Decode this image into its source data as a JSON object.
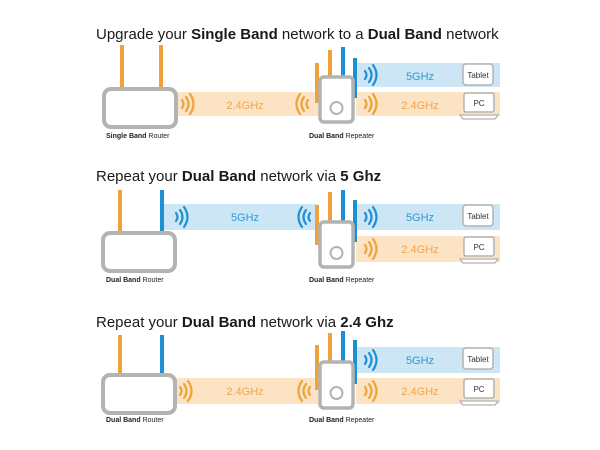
{
  "colors": {
    "orange_band": "#fbe3c4",
    "blue_band": "#cde6f5",
    "orange": "#f0a23a",
    "blue": "#1f8fd4",
    "orange_text": "#f2a64a",
    "blue_text": "#2a9ad8",
    "device_gray": "#b3b3b3"
  },
  "sections": [
    {
      "title": {
        "pre": "Upgrade your ",
        "b1": "Single Band",
        "mid": " network to a ",
        "b2": "Dual Band",
        "post": " network"
      },
      "router": {
        "bold": "Single Band",
        "rest": " Router"
      },
      "repeater": {
        "bold": "Dual Band",
        "rest": " Repeater"
      },
      "band_left": "2.4GHz",
      "band_right_top": "5GHz",
      "band_right_bottom": "2.4GHz",
      "device_top": "Tablet",
      "device_bottom": "PC"
    },
    {
      "title": {
        "pre": "Repeat your ",
        "b1": "Dual Band",
        "mid": " network via ",
        "b2": "5 Ghz",
        "post": ""
      },
      "router": {
        "bold": "Dual Band",
        "rest": " Router"
      },
      "repeater": {
        "bold": "Dual Band",
        "rest": " Repeater"
      },
      "band_left": "5GHz",
      "band_right_top": "5GHz",
      "band_right_bottom": "2.4GHz",
      "device_top": "Tablet",
      "device_bottom": "PC"
    },
    {
      "title": {
        "pre": "Repeat your ",
        "b1": "Dual Band",
        "mid": " network via ",
        "b2": "2.4 Ghz",
        "post": ""
      },
      "router": {
        "bold": "Dual Band",
        "rest": " Router"
      },
      "repeater": {
        "bold": "Dual Band",
        "rest": " Repeater"
      },
      "band_left": "2.4GHz",
      "band_right_top": "5GHz",
      "band_right_bottom": "2.4GHz",
      "device_top": "Tablet",
      "device_bottom": "PC"
    }
  ]
}
